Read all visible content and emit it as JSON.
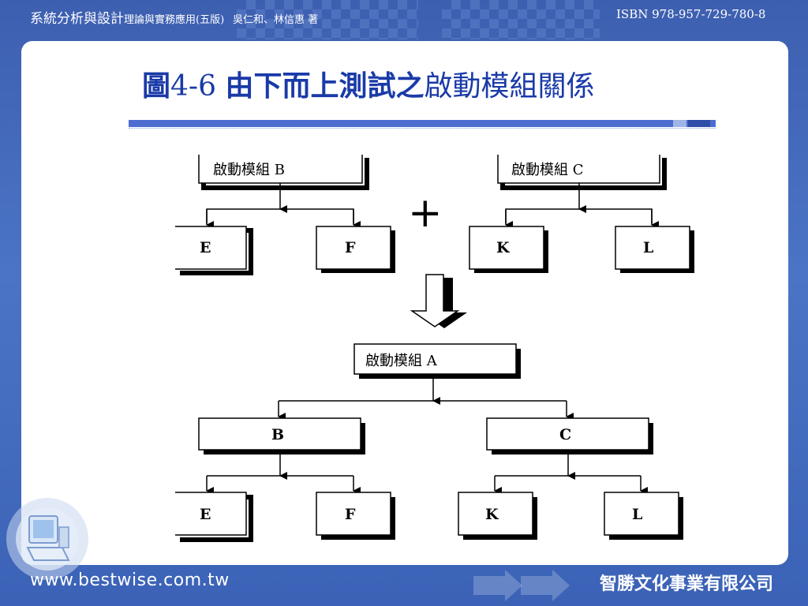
{
  "header": {
    "book_title": "系統分析與設計",
    "book_subtitle": "理論與實務應用(五版)",
    "authors": "吳仁和、林信惠 著",
    "isbn": "ISBN 978-957-729-780-8"
  },
  "slide": {
    "title_prefix": "圖",
    "title_number": "4-6",
    "title_bold": "由下而上測試之",
    "title_rest": "啟動模組關係"
  },
  "diagram": {
    "top_left_root": "啟動模組  B",
    "top_right_root": "啟動模組  C",
    "plus_sign": "+",
    "top_left_children": [
      "E",
      "F"
    ],
    "top_right_children": [
      "K",
      "L"
    ],
    "bottom_root": "啟動模組  A",
    "bottom_mid": [
      "B",
      "C"
    ],
    "bottom_leaves_left": [
      "E",
      "F"
    ],
    "bottom_leaves_right": [
      "K",
      "L"
    ]
  },
  "footer": {
    "url": "www.bestwise.com.tw",
    "company": "智勝文化事業有限公司"
  },
  "icons": [
    "computer-icon",
    "forward-arrows-icon",
    "down-arrow-icon"
  ]
}
